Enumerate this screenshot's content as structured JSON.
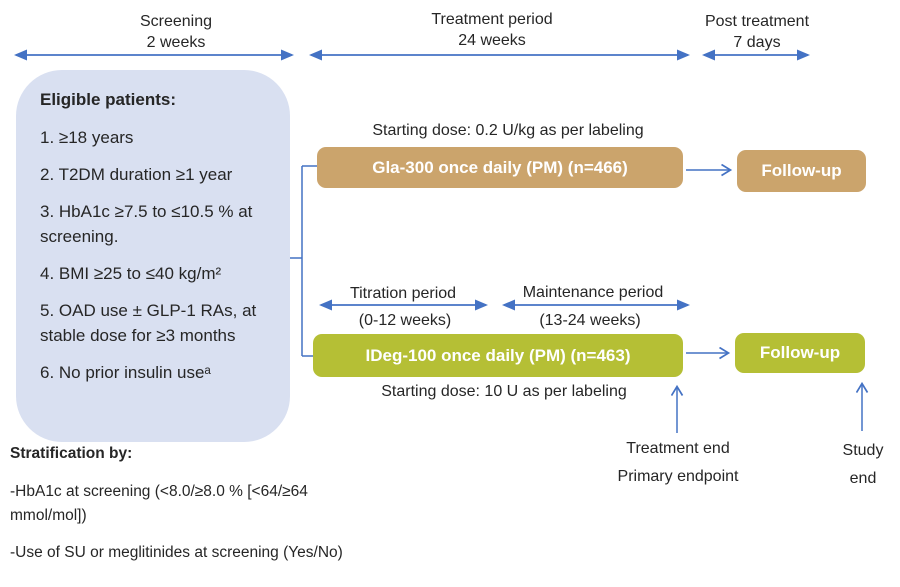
{
  "colors": {
    "arrow_blue": "#4472C4",
    "gla_box": "#CBA46C",
    "ideg_box": "#B5BF35",
    "eligibility_box_bg": "#D9E0F1",
    "text": "#262626"
  },
  "timeline": {
    "phases": [
      {
        "label": "Screening",
        "duration": "2 weeks"
      },
      {
        "label": "Treatment period",
        "duration": "24 weeks"
      },
      {
        "label": "Post treatment",
        "duration": "7 days"
      }
    ]
  },
  "eligibility": {
    "title": "Eligible patients:",
    "items": [
      "1. ≥18 years",
      "2. T2DM duration ≥1 year",
      "3. HbA1c ≥7.5 to ≤10.5 % at screening.",
      "4. BMI ≥25 to ≤40 kg/m²",
      "5. OAD use ± GLP-1 RAs, at stable dose for ≥3 months",
      "6. No prior insulin useᵃ"
    ]
  },
  "gla_arm": {
    "dose_note": "Starting dose: 0.2 U/kg as per labeling",
    "box_label": "Gla-300 once daily (PM) (n=466)",
    "followup": "Follow-up"
  },
  "ideg_arm": {
    "box_label": "IDeg-100 once daily (PM) (n=463)",
    "dose_note": "Starting dose: 10 U as per labeling",
    "followup": "Follow-up",
    "titration": {
      "label": "Titration period",
      "range": "(0-12 weeks)"
    },
    "maintenance": {
      "label": "Maintenance period",
      "range": "(13-24 weeks)"
    }
  },
  "annotations": {
    "treatment_end_line1": "Treatment end",
    "treatment_end_line2": "Primary endpoint",
    "study_end_line1": "Study",
    "study_end_line2": "end"
  },
  "stratification": {
    "title": "Stratification by:",
    "items": [
      "-HbA1c at screening (<8.0/≥8.0 % [<64/≥64 mmol/mol])",
      "-Use of SU or meglitinides at screening (Yes/No)"
    ]
  }
}
